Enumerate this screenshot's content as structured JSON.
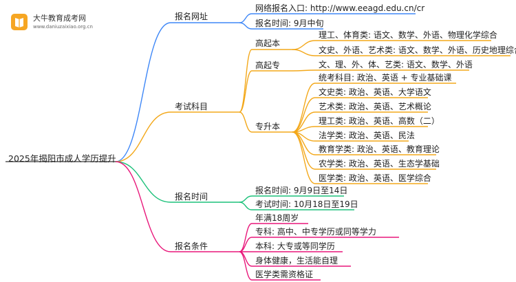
{
  "logo": {
    "name": "大牛教育成考网",
    "url": "www.daniuzaixiao.org.cn"
  },
  "root": {
    "label": "2025年揭阳市成人学历提升"
  },
  "branches": [
    {
      "label": "报名网址",
      "color": "#3e87f7",
      "items": [
        {
          "label": "网络报名入口: http://www.eeagd.edu.cn/cr"
        },
        {
          "label": "报名时间: 9月中旬"
        }
      ]
    },
    {
      "label": "考试科目",
      "color": "#f3a81a",
      "groups": [
        {
          "label": "高起本",
          "items": [
            {
              "label": "理工、体育类: 语文、数学、外语、物理化学综合"
            },
            {
              "label": "文史、外语、艺术类: 语文、数学、外语、历史地理综合"
            }
          ]
        },
        {
          "label": "高起专",
          "items": [
            {
              "label": "文、理、外、体、艺类: 语文、数学、外语"
            }
          ]
        },
        {
          "label": "专升本",
          "items": [
            {
              "label": "统考科目: 政治、英语 + 专业基础课"
            },
            {
              "label": "文史类: 政治、英语、大学语文"
            },
            {
              "label": "艺术类: 政治、英语、艺术概论"
            },
            {
              "label": "理工类: 政治、英语、高数（二）"
            },
            {
              "label": "法学类: 政治、英语、民法"
            },
            {
              "label": "教育学类: 政治、英语、教育理论"
            },
            {
              "label": "农学类: 政治、英语、生态学基础"
            },
            {
              "label": "医学类: 政治、英语、医学综合"
            }
          ]
        }
      ]
    },
    {
      "label": "报名时间",
      "color": "#1cc17a",
      "items": [
        {
          "label": "报名时间: 9月9日至14日"
        },
        {
          "label": "考试时间: 10月18日至19日"
        }
      ]
    },
    {
      "label": "报名条件",
      "color": "#e8177a",
      "items": [
        {
          "label": "年满18周岁"
        },
        {
          "label": "专科: 高中、中专学历或同等学力"
        },
        {
          "label": "本科: 大专或等同学历"
        },
        {
          "label": "身体健康，生活能自理"
        },
        {
          "label": "医学类需资格证"
        }
      ]
    }
  ]
}
